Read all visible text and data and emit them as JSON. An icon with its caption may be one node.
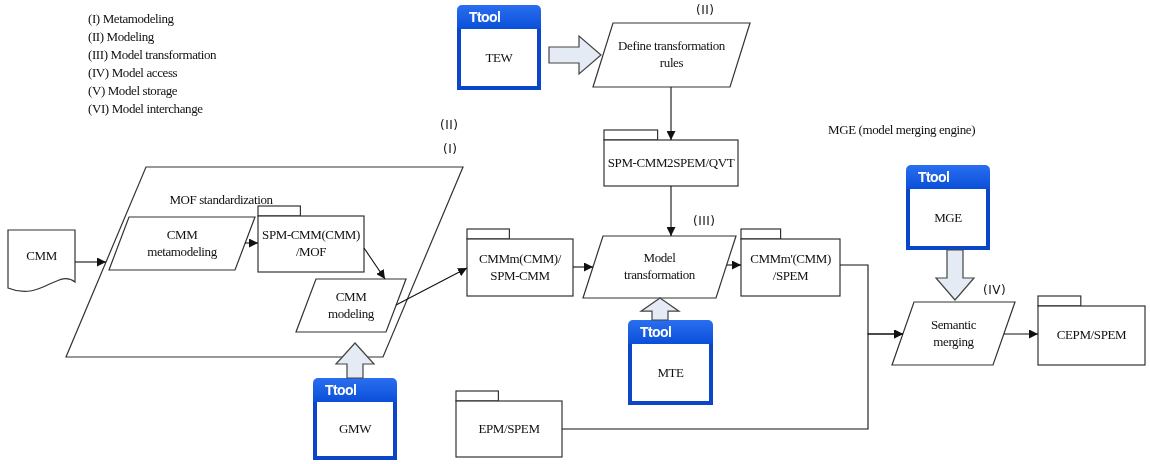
{
  "diagram": {
    "nodes": [
      {
        "text": [
          "CMM"
        ]
      },
      {
        "text": [
          "MOF standardization"
        ],
        "beside": [
          "(II)",
          "(I)"
        ]
      },
      {
        "text": [
          "CMM metamodeling"
        ],
        "in": 1
      },
      {
        "text": [
          "SPM-CMM(CMM) /MOF"
        ],
        "in": 1
      },
      {
        "text": [
          "CMM modeling"
        ],
        "in": 1
      },
      {
        "text": [
          "CMMm(CMM)/ SPM-CMM"
        ]
      },
      {
        "text": [
          "Ttool",
          "TEW"
        ]
      },
      {
        "text": [
          "Define transformation rules"
        ],
        "beside": [
          "(II)"
        ]
      },
      {
        "text": [
          "SPM-CMM2SPEM/QVT"
        ]
      },
      {
        "text": [
          "Model transformation"
        ],
        "beside": [
          "(III)"
        ]
      },
      {
        "text": [
          "CMMm'(CMM) /SPEM"
        ]
      },
      {
        "text": [
          "Ttool",
          "MTE"
        ]
      },
      {
        "text": [
          "Ttool",
          "GMW"
        ]
      },
      {
        "text": [
          "Ttool",
          "MGE"
        ]
      },
      {
        "text": [
          "Semantic merging"
        ],
        "beside": [
          "(IV)"
        ]
      },
      {
        "text": [
          "CEPM/SPEM"
        ]
      },
      {
        "text": [
          "EPM/SPEM"
        ]
      }
    ],
    "edges": [
      {
        "from": 0,
        "to": 1,
        "arrow": "to"
      },
      {
        "from": 2,
        "to": 3,
        "arrow": "to"
      },
      {
        "from": 3,
        "to": 4,
        "arrow": "to"
      },
      {
        "from": 4,
        "to": 5,
        "arrow": "to"
      },
      {
        "from": 6,
        "to": 7,
        "arrow": "to",
        "style": "thick"
      },
      {
        "from": 7,
        "to": 8,
        "arrow": "to"
      },
      {
        "from": 8,
        "to": 9,
        "arrow": "to"
      },
      {
        "from": 5,
        "to": 9,
        "arrow": "to"
      },
      {
        "from": 9,
        "to": 10,
        "arrow": "to"
      },
      {
        "from": 11,
        "to": 9,
        "arrow": "to",
        "style": "thick"
      },
      {
        "from": 12,
        "to": 1,
        "arrow": "to",
        "style": "thick"
      },
      {
        "from": 13,
        "to": 14,
        "arrow": "to",
        "style": "thick"
      },
      {
        "from": 10,
        "to": 14,
        "arrow": "to"
      },
      {
        "from": 16,
        "to": 14,
        "arrow": "to"
      },
      {
        "from": 14,
        "to": 15,
        "arrow": "to"
      }
    ],
    "labels": [
      "(I) Metamodeling",
      "(II) Modeling",
      "(III) Model transformation",
      "(IV) Model access",
      "(V) Model storage",
      "(VI) Model interchange",
      "MGE (model merging engine)"
    ]
  }
}
